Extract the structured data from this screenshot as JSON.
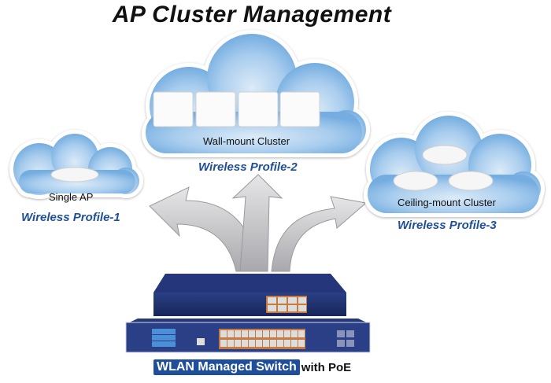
{
  "title": "AP Cluster Management",
  "clouds": [
    {
      "label": "Single AP",
      "profile": "Wireless Profile-1"
    },
    {
      "label": "Wall-mount Cluster",
      "profile": "Wireless Profile-2"
    },
    {
      "label": "Ceiling-mount Cluster",
      "profile": "Wireless Profile-3"
    }
  ],
  "banner": {
    "highlight": "WLAN Managed Switch",
    "rest": "with PoE"
  },
  "colors": {
    "cloud": "#7fb3e0",
    "profile_text": "#1f4f9a",
    "switch": "#1e2f6b",
    "arrow": "#c9c9cc"
  }
}
